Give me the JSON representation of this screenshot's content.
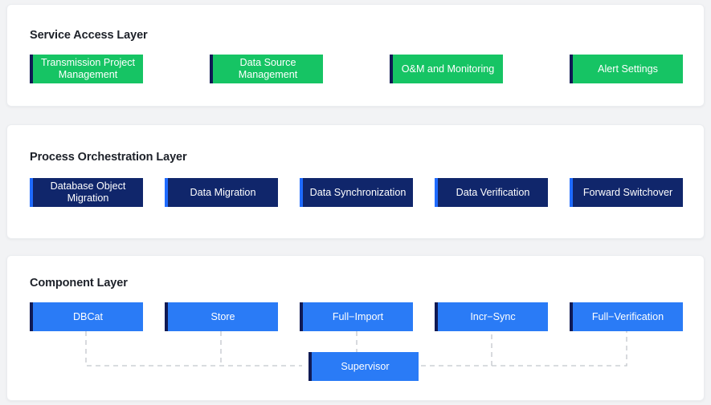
{
  "page": {
    "background_color": "#f2f3f5",
    "card_background": "#ffffff"
  },
  "colors": {
    "green": "#16c464",
    "navy": "#10266b",
    "blue": "#2a7bf6",
    "green_accent": "#101a54",
    "navy_accent": "#1f6bff",
    "blue_accent": "#101a54",
    "connector": "#c2c6cc",
    "title": "#1d2129"
  },
  "layers": [
    {
      "id": "service-access-layer",
      "title": "Service Access Layer",
      "style": "green",
      "boxes": [
        {
          "label": "Transmission Project Management"
        },
        {
          "label": "Data Source Management"
        },
        {
          "label": "O&M and Monitoring"
        },
        {
          "label": "Alert Settings"
        }
      ]
    },
    {
      "id": "process-orchestration-layer",
      "title": "Process Orchestration Layer",
      "style": "navy",
      "boxes": [
        {
          "label": "Database Object Migration"
        },
        {
          "label": "Data Migration"
        },
        {
          "label": "Data Synchronization"
        },
        {
          "label": "Data Verification"
        },
        {
          "label": "Forward Switchover"
        }
      ]
    },
    {
      "id": "component-layer",
      "title": "Component Layer",
      "style": "blue",
      "boxes": [
        {
          "label": "DBCat"
        },
        {
          "label": "Store"
        },
        {
          "label": "Full−Import"
        },
        {
          "label": "Incr−Sync"
        },
        {
          "label": "Full−Verification"
        }
      ],
      "supervisor": {
        "label": "Supervisor"
      }
    }
  ]
}
